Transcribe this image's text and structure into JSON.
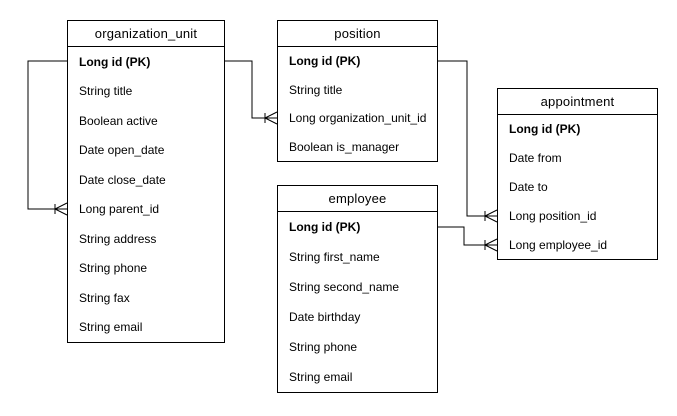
{
  "diagram": {
    "type": "entity-relationship",
    "background_color": "#ffffff",
    "line_color": "#000000",
    "entities": [
      {
        "name": "organization_unit",
        "attributes": [
          {
            "text": "Long id (PK)",
            "pk": true
          },
          {
            "text": "String title",
            "pk": false
          },
          {
            "text": "Boolean active",
            "pk": false
          },
          {
            "text": "Date open_date",
            "pk": false
          },
          {
            "text": "Date close_date",
            "pk": false
          },
          {
            "text": "Long parent_id",
            "pk": false
          },
          {
            "text": "String address",
            "pk": false
          },
          {
            "text": "String phone",
            "pk": false
          },
          {
            "text": "String fax",
            "pk": false
          },
          {
            "text": "String email",
            "pk": false
          }
        ]
      },
      {
        "name": "position",
        "attributes": [
          {
            "text": "Long id (PK)",
            "pk": true
          },
          {
            "text": "String title",
            "pk": false
          },
          {
            "text": "Long organization_unit_id",
            "pk": false
          },
          {
            "text": "Boolean is_manager",
            "pk": false
          }
        ]
      },
      {
        "name": "employee",
        "attributes": [
          {
            "text": "Long id (PK)",
            "pk": true
          },
          {
            "text": "String first_name",
            "pk": false
          },
          {
            "text": "String second_name",
            "pk": false
          },
          {
            "text": "Date birthday",
            "pk": false
          },
          {
            "text": "String phone",
            "pk": false
          },
          {
            "text": "String email",
            "pk": false
          }
        ]
      },
      {
        "name": "appointment",
        "attributes": [
          {
            "text": "Long id (PK)",
            "pk": true
          },
          {
            "text": "Date from",
            "pk": false
          },
          {
            "text": "Date to",
            "pk": false
          },
          {
            "text": "Long position_id",
            "pk": false
          },
          {
            "text": "Long employee_id",
            "pk": false
          }
        ]
      }
    ],
    "relationships": [
      {
        "from": "organization_unit.id",
        "to": "organization_unit.parent_id",
        "cardinality": "one-to-many",
        "many_end": "organization_unit.parent_id"
      },
      {
        "from": "organization_unit.id",
        "to": "position.organization_unit_id",
        "cardinality": "one-to-many",
        "many_end": "position.organization_unit_id"
      },
      {
        "from": "position.id",
        "to": "appointment.position_id",
        "cardinality": "one-to-many",
        "many_end": "appointment.position_id"
      },
      {
        "from": "employee.id",
        "to": "appointment.employee_id",
        "cardinality": "one-to-many",
        "many_end": "appointment.employee_id"
      }
    ]
  }
}
